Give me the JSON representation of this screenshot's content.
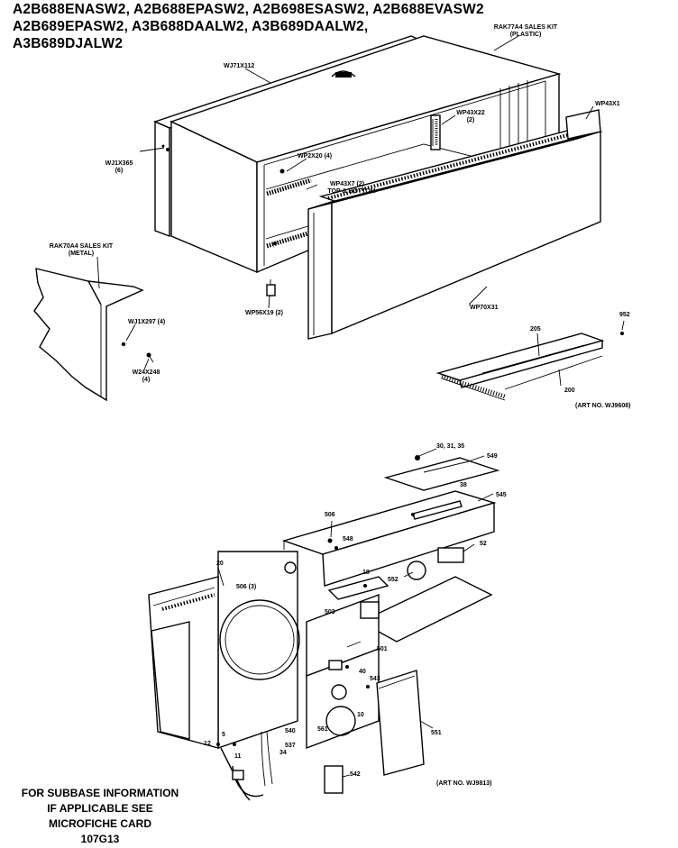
{
  "header": {
    "model_line_1": "A2B688ENASW2, A2B688EPASW2, A2B698ESASW2, A2B688EVASW2",
    "model_line_2": "A2B689EPASW2, A3B688DAALW2, A3B689DAALW2,",
    "model_line_3": "A3B689DJALW2"
  },
  "upper_callouts": {
    "wj71x112": "WJ71X112",
    "rak77a4_line1": "RAK77A4 SALES KIT",
    "rak77a4_line2": "(PLASTIC)",
    "wp43x1": "WP43X1",
    "wp43x22_line1": "WP43X22",
    "wp43x22_line2": "(2)",
    "wj1x365_line1": "WJ1X365",
    "wj1x365_line2": "(6)",
    "wp2x20": "WP2X20 (4)",
    "wp43x7_line1": "WP43X7 (2)",
    "wp43x7_line2": "TOP & BOTTOM",
    "rak70a4_line1": "RAK70A4 SALES KIT",
    "rak70a4_line2": "(METAL)",
    "wj1x297": "WJ1X297 (4)",
    "w24x248_line1": "W24X248",
    "w24x248_line2": "(4)",
    "wp56x19": "WP56X19 (2)",
    "wp70x31": "WP70X31",
    "n205": "205",
    "n200": "200",
    "n952": "952",
    "art_upper": "(ART NO. WJ9608)"
  },
  "lower_callouts": {
    "n_top_screws": "30, 31, 35",
    "n_cover": "549",
    "n_545": "545",
    "n_38": "38",
    "n_506": "506",
    "n_548": "548",
    "n_52": "52",
    "n_20": "20",
    "n_506b": "506 (3)",
    "n_18": "18",
    "n_503": "503",
    "n_552": "552",
    "n_501": "501",
    "n_551": "551",
    "n_40": "40",
    "n_543": "543",
    "n_12": "12",
    "n_5": "5",
    "n_10": "10",
    "n_34": "34",
    "n_561": "561",
    "n_540": "540",
    "n_542": "542",
    "n_537": "537",
    "n_11": "11",
    "art_lower": "(ART NO. WJ9813)"
  },
  "footer": {
    "line1": "FOR SUBBASE INFORMATION",
    "line2": "IF APPLICABLE SEE",
    "line3": "MICROFICHE CARD",
    "line4": "107G13"
  }
}
